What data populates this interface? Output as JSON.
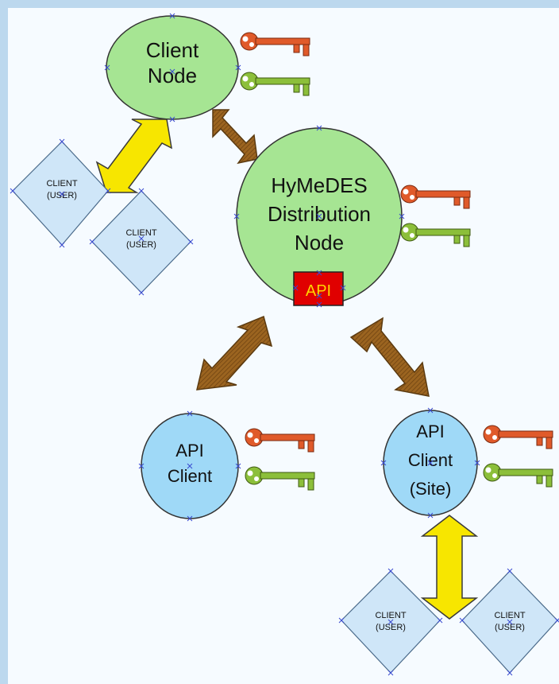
{
  "nodes": {
    "client_node": {
      "line1": "Client",
      "line2": "Node"
    },
    "distribution_node": {
      "line1": "HyMeDES",
      "line2": "Distribution",
      "line3": "Node",
      "api_badge": "API"
    },
    "api_client": {
      "line1": "API",
      "line2": "Client"
    },
    "api_client_site": {
      "line1": "API",
      "line2": "Client",
      "line3": "(Site)"
    }
  },
  "user_diamonds": [
    {
      "line1": "CLIENT",
      "line2": "(USER)"
    },
    {
      "line1": "CLIENT",
      "line2": "(USER)"
    },
    {
      "line1": "CLIENT",
      "line2": "(USER)"
    },
    {
      "line1": "CLIENT",
      "line2": "(USER)"
    }
  ],
  "colors": {
    "background": "#bcd8ee",
    "canvas": "#f6fbff",
    "green_node": "#a6e593",
    "blue_node": "#9fd9f7",
    "diamond": "#cfe6f8",
    "brown_arrow": "#8a5a1a",
    "yellow_arrow": "#f7e600",
    "api_badge": "#e00000",
    "api_text": "#ffd400",
    "red_key": "#e05a2a",
    "green_key": "#8cbf3a"
  }
}
